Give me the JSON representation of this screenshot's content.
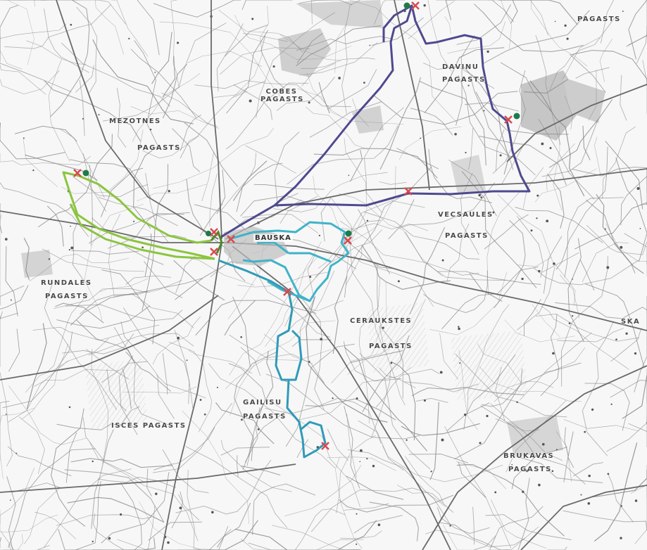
{
  "map": {
    "labels": {
      "cobes": "COBES PAGASTS",
      "mezotnes_1": "MEZOTNES",
      "mezotnes_2": "PAGASTS",
      "davinu_1": "DAVINU",
      "davinu_2": "PAGASTS",
      "pagasts_top": "PAGASTS",
      "bauska": "BAUSKA",
      "vecsaules_1": "VECSAULES",
      "vecsaules_2": "PAGASTS",
      "rundales_1": "RUNDALES",
      "rundales_2": "PAGASTS",
      "ceraukstes_1": "CERAUKSTES",
      "ceraukstes_2": "PAGASTS",
      "gailisu_1": "GAILISU",
      "gailisu_2": "PAGASTS",
      "isces": "ISCES PAGASTS",
      "brukavas_1": "BRUKAVAS",
      "brukavas_2": "PAGASTS",
      "ska": "SKA"
    },
    "colors": {
      "background": "#f7f7f7",
      "roads": "#8a8a8a",
      "major_roads": "#6a6a6a",
      "forest": "#c9c9c9",
      "route_purple": "#4e4a8f",
      "route_cyan": "#3fb3c9",
      "route_teal": "#2f9bb8",
      "route_green": "#8bc53f",
      "route_darkgreen": "#4c8a2b",
      "marker_cross": "#d9484f",
      "marker_dot": "#1f7a4a"
    },
    "routes": [
      {
        "id": "purple-route",
        "color": "route_purple"
      },
      {
        "id": "cyan-route",
        "color": "route_cyan"
      },
      {
        "id": "teal-route",
        "color": "route_teal"
      },
      {
        "id": "green-route",
        "color": "route_green"
      }
    ]
  }
}
